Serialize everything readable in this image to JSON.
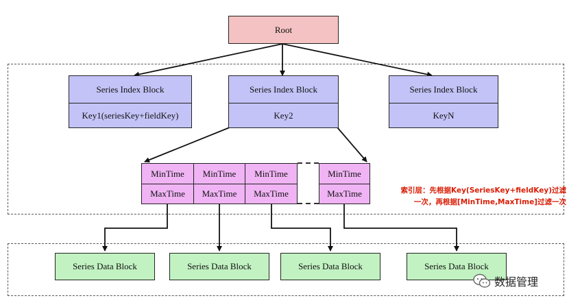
{
  "root": {
    "label": "Root"
  },
  "index_blocks": [
    {
      "header": "Series Index Block",
      "key": "Key1(seriesKey+fieldKey)"
    },
    {
      "header": "Series Index Block",
      "key": "Key2"
    },
    {
      "header": "Series Index Block",
      "key": "KeyN"
    }
  ],
  "time_cells": {
    "min_label": "MinTime",
    "max_label": "MaxTime"
  },
  "data_blocks": [
    {
      "label": "Series Data Block"
    },
    {
      "label": "Series Data Block"
    },
    {
      "label": "Series Data Block"
    },
    {
      "label": "Series Data Block"
    }
  ],
  "annotation": {
    "line1": "索引层：先根据Key(SeriesKey+fieldKey)过滤",
    "line2": "一次，再根据[MinTime,MaxTime]过滤一次"
  },
  "watermark": {
    "text": "数据管理"
  },
  "colors": {
    "root": "#f4c2c2",
    "index": "#c3c3f7",
    "time": "#f0b4f4",
    "data": "#c2f2c2",
    "annotation": "#d81e06"
  }
}
